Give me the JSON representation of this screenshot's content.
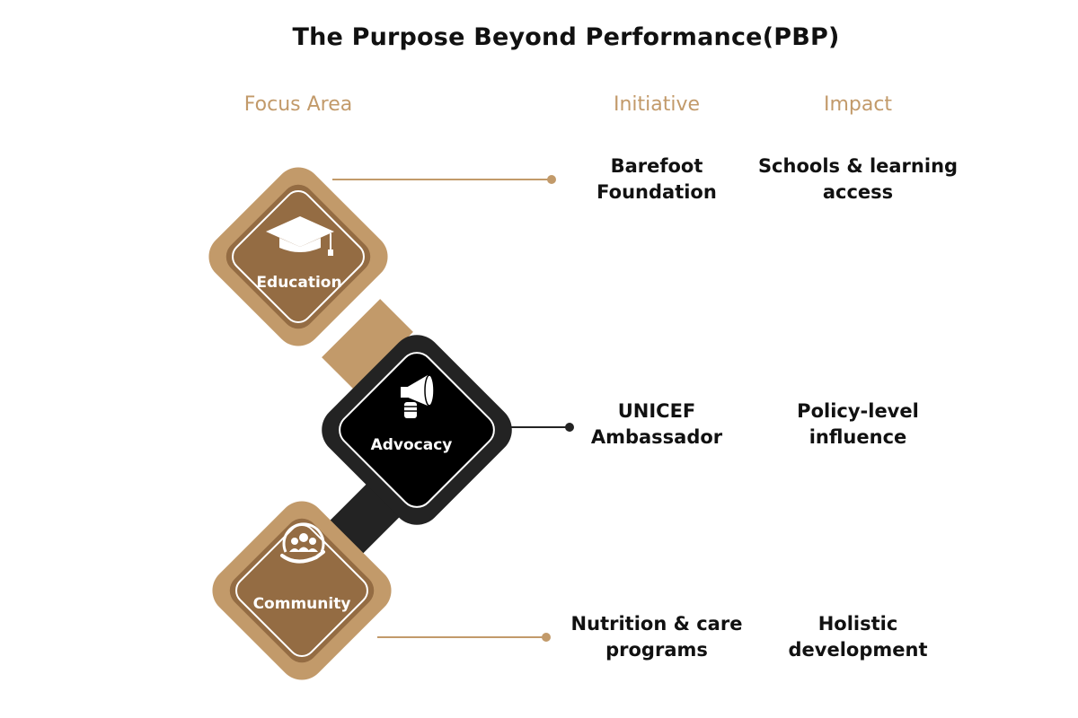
{
  "title": "The Purpose Beyond Performance(PBP)",
  "headers": {
    "focus_area": "Focus Area",
    "initiative": "Initiative",
    "impact": "Impact"
  },
  "rows": [
    {
      "focus": "Education",
      "icon": "graduation-cap-icon",
      "initiative": "Barefoot Foundation",
      "impact": "Schools & learning access",
      "color": "#946c43"
    },
    {
      "focus": "Advocacy",
      "icon": "megaphone-icon",
      "initiative": "UNICEF Ambassador",
      "impact": "Policy-level influence",
      "color": "#000000"
    },
    {
      "focus": "Community",
      "icon": "community-icon",
      "initiative": "Nutrition & care programs",
      "impact": "Holistic development",
      "color": "#946c43"
    }
  ],
  "colors": {
    "accent": "#c29a6a",
    "brown_fill": "#946c43",
    "dark_frame": "#232323",
    "text": "#111111"
  }
}
